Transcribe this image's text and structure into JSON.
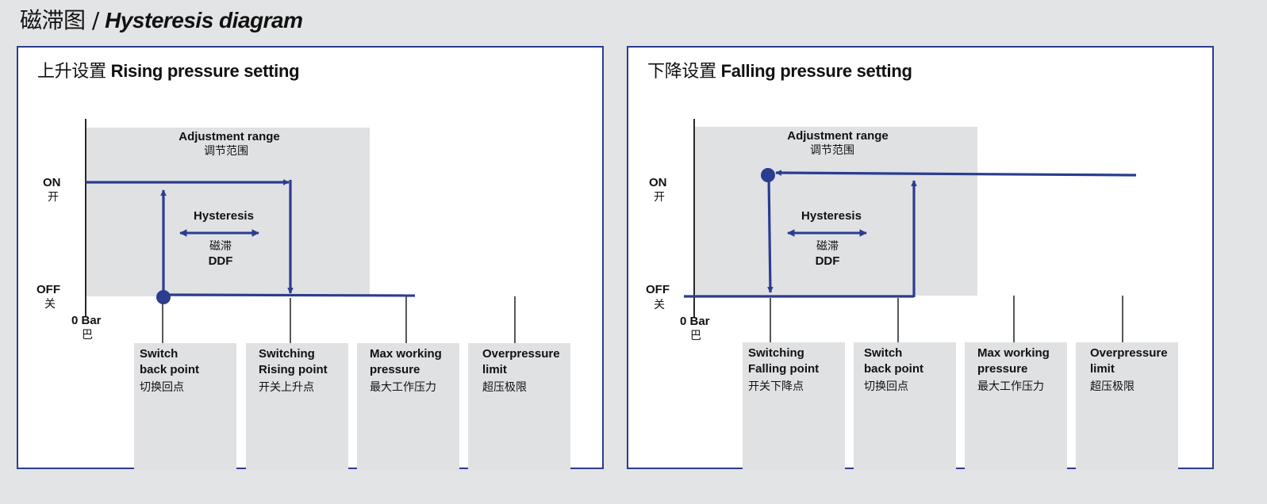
{
  "title": {
    "cn": "磁滞图 /",
    "en": "Hysteresis diagram"
  },
  "colors": {
    "accent": "#2b3d8f",
    "shade": "#e0e1e3",
    "frame": "#2b3d8f",
    "background": "#e3e4e6"
  },
  "axis": {
    "on": {
      "en": "ON",
      "cn": "开"
    },
    "off": {
      "en": "OFF",
      "cn": "关"
    },
    "zero": {
      "en": "0 Bar",
      "cn": "巴"
    }
  },
  "adjustment": {
    "en": "Adjustment range",
    "cn": "调节范围"
  },
  "hysteresis": {
    "en": "Hysteresis",
    "cn": "磁滞",
    "abbr": "DDF"
  },
  "panels": [
    {
      "id": "rising",
      "title_cn": "上升设置",
      "title_en": "Rising pressure setting",
      "columns": [
        {
          "en1": "Switch",
          "en2": "back point",
          "cn": "切换回点"
        },
        {
          "en1": "Switching",
          "en2": "Rising point",
          "cn": "开关上升点"
        },
        {
          "en1": "Max working",
          "en2": "pressure",
          "cn": "最大工作压力"
        },
        {
          "en1": "Overpressure",
          "en2": "limit",
          "cn": "超压极限"
        }
      ]
    },
    {
      "id": "falling",
      "title_cn": "下降设置",
      "title_en": "Falling pressure setting",
      "columns": [
        {
          "en1": "Switching",
          "en2": "Falling point",
          "cn": "开关下降点"
        },
        {
          "en1": "Switch",
          "en2": "back point",
          "cn": "切换回点"
        },
        {
          "en1": "Max working",
          "en2": "pressure",
          "cn": "最大工作压力"
        },
        {
          "en1": "Overpressure",
          "en2": "limit",
          "cn": "超压极限"
        }
      ]
    }
  ]
}
